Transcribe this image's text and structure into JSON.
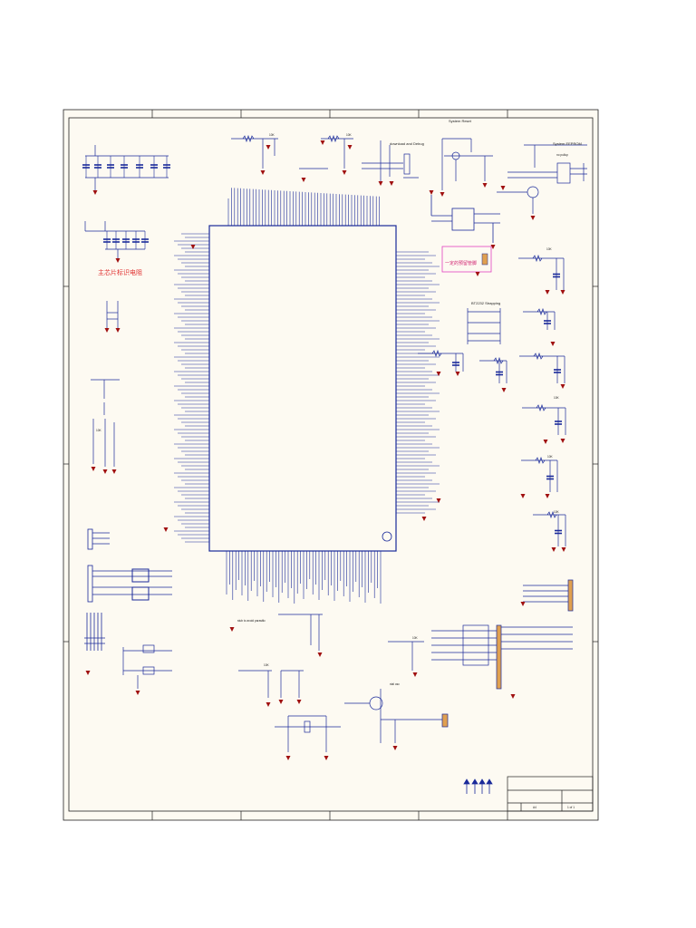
{
  "schematic": {
    "labels": {
      "system_reset": "System Reset",
      "system_eeprom": "System EEPROM",
      "download_debug": "download and Debug",
      "bootstrap": "BT2232 Strapping",
      "chinese_note": "主芯片标识电阻",
      "pink_note": "一定的预留管脚",
      "r10k_a": "10K",
      "r10k_b": "10K",
      "r10k_c": "10K",
      "r10k_d": "10K",
      "r10k_e": "10K",
      "r10k_f": "10K",
      "r10k_g": "10K",
      "r10k_h": "10K",
      "r10k_i": "10K",
      "eeprom_note": "no pullup",
      "xtal_note": "xtal osc",
      "stub_note": "stub to avoid parasitic"
    },
    "title_block": {
      "r1": "",
      "r2": "",
      "size": "A4",
      "sheet": "1 of 1"
    },
    "colors": {
      "wire": "#1a2a9a",
      "border": "#222222",
      "ground": "#a01010",
      "paper": "#fdfaf2",
      "note_red": "#e03030",
      "note_box": "#e040c0",
      "connector": "#e0a050"
    }
  }
}
